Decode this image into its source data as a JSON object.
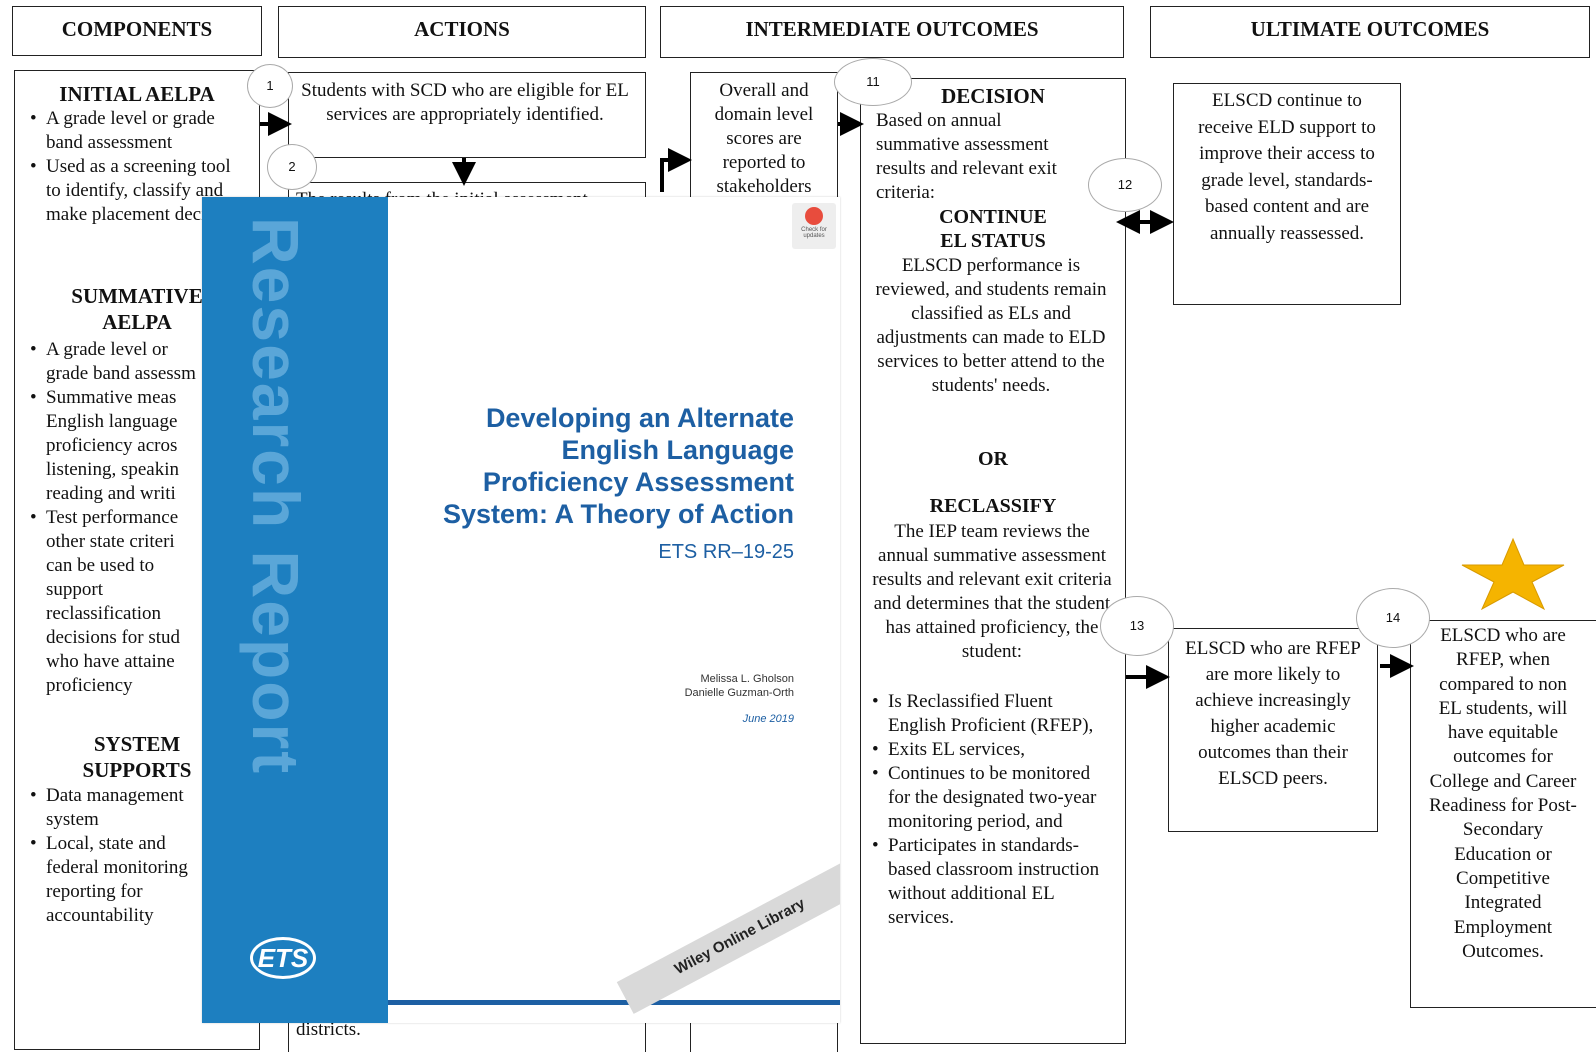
{
  "headers": {
    "components": "COMPONENTS",
    "actions": "ACTIONS",
    "intermediate": "INTERMEDIATE OUTCOMES",
    "ultimate": "ULTIMATE OUTCOMES"
  },
  "numbers": {
    "n1": "1",
    "n2": "2",
    "n11": "11",
    "n12": "12",
    "n13": "13",
    "n14": "14"
  },
  "components": {
    "initial_title": "INITIAL AELPA",
    "initial_items": [
      "A grade level or grade band assessment",
      "Used as a screening tool to identify, classify and make placement decisio"
    ],
    "summative_title_1": "SUMMATIVE",
    "summative_title_2": "AELPA",
    "summative_items": [
      "A grade level or grade band assessm",
      "Summative meas English language proficiency acros listening, speakin reading and writi",
      "Test performance other state criteri can be used to support reclassification decisions for stud who have attaine proficiency"
    ],
    "system_title_1": "SYSTEM",
    "system_title_2": "SUPPORTS",
    "system_items": [
      "Data management system",
      "Local, state and federal monitoring reporting for accountability"
    ]
  },
  "actions": {
    "identified": "Students with SCD who are eligible for EL services are appropriately identified.",
    "partial": "The results from the initial assessment",
    "districts": "districts."
  },
  "intermediate": {
    "reported": "Overall and domain level scores are reported to stakeholders"
  },
  "decision": {
    "title": "DECISION",
    "intro": "Based on annual summative assessment results and relevant exit criteria:",
    "continue_1": "CONTINUE",
    "continue_2": "EL STATUS",
    "continue_text": "ELSCD performance is reviewed, and students remain classified as ELs and adjustments can made to ELD services to better attend to the students' needs.",
    "or": "OR",
    "reclassify": "RECLASSIFY",
    "reclassify_text": "The IEP team reviews the annual summative assessment results and relevant exit criteria and determines that the student has attained proficiency, the student:",
    "items": [
      "Is Reclassified Fluent English Proficient (RFEP),",
      "Exits EL services,",
      "Continues to be monitored for the designated two-year monitoring period, and",
      "Participates in standards-based classroom instruction without additional EL services."
    ]
  },
  "ultimate": {
    "continue": "ELSCD continue to receive ELD support to improve their access to grade level, standards-based content and are annually reassessed.",
    "rfep": "ELSCD who are RFEP are more likely to achieve increasingly higher academic outcomes than their ELSCD peers.",
    "final": "ELSCD who are RFEP, when compared to non EL students, will have equitable outcomes for College and Career Readiness for Post-Secondary Education or Competitive Integrated Employment Outcomes."
  },
  "cover": {
    "spine": "Research Report",
    "title": "Developing an Alternate English Language Proficiency Assessment System: A Theory of Action",
    "report_number": "ETS RR–19-25",
    "author_1": "Melissa L. Gholson",
    "author_2": "Danielle Guzman-Orth",
    "date": "June 2019",
    "logo": "ETS",
    "check_label": "Check for updates",
    "wiley": "Wiley Online Library"
  },
  "colors": {
    "cover_blue": "#1d7fc0",
    "title_blue": "#1d5fa3",
    "star": "#f5b400"
  }
}
